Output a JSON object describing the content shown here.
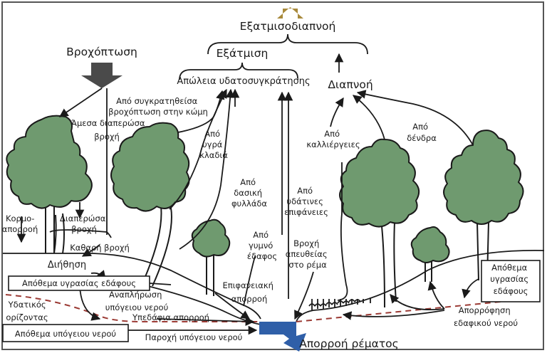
{
  "title": "Εξατμισοδιαπνοή",
  "colors": {
    "tree_fill": "#6f9a6f",
    "rain_arrow": "#4a4a4a",
    "et_arrow": "#a8893a",
    "stream": "#2f5fa8",
    "water_table": "#9b3a34"
  },
  "icons": {
    "precipitation": "down-arrow-icon",
    "evapotranspiration": "up-arrow-icon",
    "stream": "bent-arrow-icon"
  },
  "labels": {
    "evapotranspiration": "Εξατμισοδιαπνοή",
    "evaporation": "Εξάτμιση",
    "transpiration": "Διαπνοή",
    "precipitation": "Βροχόπτωση",
    "interception_loss": "Απώλεια υδατοσυγκράτησης",
    "from_canopy_l1": "Από συγκρατηθείσα",
    "from_canopy_l2": "βροχόπτωση στην κώμη",
    "direct_throughfall_l1": "Άμεσα διαπερώσα",
    "direct_throughfall_l2": "βροχή",
    "wet_branches_l1": "Από",
    "wet_branches_l2": "υγρά",
    "wet_branches_l3": "κλαδιά",
    "forest_litter_l1": "Από",
    "forest_litter_l2": "δασική",
    "forest_litter_l3": "φυλλάδα",
    "water_surfaces_l1": "Από",
    "water_surfaces_l2": "υδάτινες",
    "water_surfaces_l3": "επιφάνειες",
    "bare_soil_l1": "Από",
    "bare_soil_l2": "γυμνό",
    "bare_soil_l3": "έδαφος",
    "crops_l1": "Από",
    "crops_l2": "καλλιέργειες",
    "trees_l1": "Από",
    "trees_l2": "δένδρα",
    "stemflow_l1": "Κορμο-",
    "stemflow_l2": "απορροή",
    "throughfall_l1": "Διαπερώσα",
    "throughfall_l2": "βροχή",
    "net_rain": "Καθαρή βροχή",
    "infiltration": "Διήθηση",
    "soil_moisture_left": "Απόθεμα υγρασίας εδάφους",
    "recharge_l1": "Αναπλήρωση",
    "recharge_l2": "υπόγειου νερού",
    "water_table_l1": "Υδατικός",
    "water_table_l2": "ορίζοντας",
    "interflow": "Υπεδάφια απορροή",
    "groundwater_storage": "Απόθεμα υπόγειου νερού",
    "baseflow": "Παροχή υπόγειου νερού",
    "surface_runoff_l1": "Επιφανειακή",
    "surface_runoff_l2": "απορροή",
    "direct_rain_l1": "Βροχή",
    "direct_rain_l2": "απευθείας",
    "direct_rain_l3": "στο ρέμα",
    "streamflow": "Απορροή ρέματος",
    "soil_moisture_right_l1": "Απόθεμα",
    "soil_moisture_right_l2": "υγρασίας",
    "soil_moisture_right_l3": "εδάφους",
    "root_uptake_l1": "Απορρόφηση",
    "root_uptake_l2": "εδαφικού νερού"
  }
}
